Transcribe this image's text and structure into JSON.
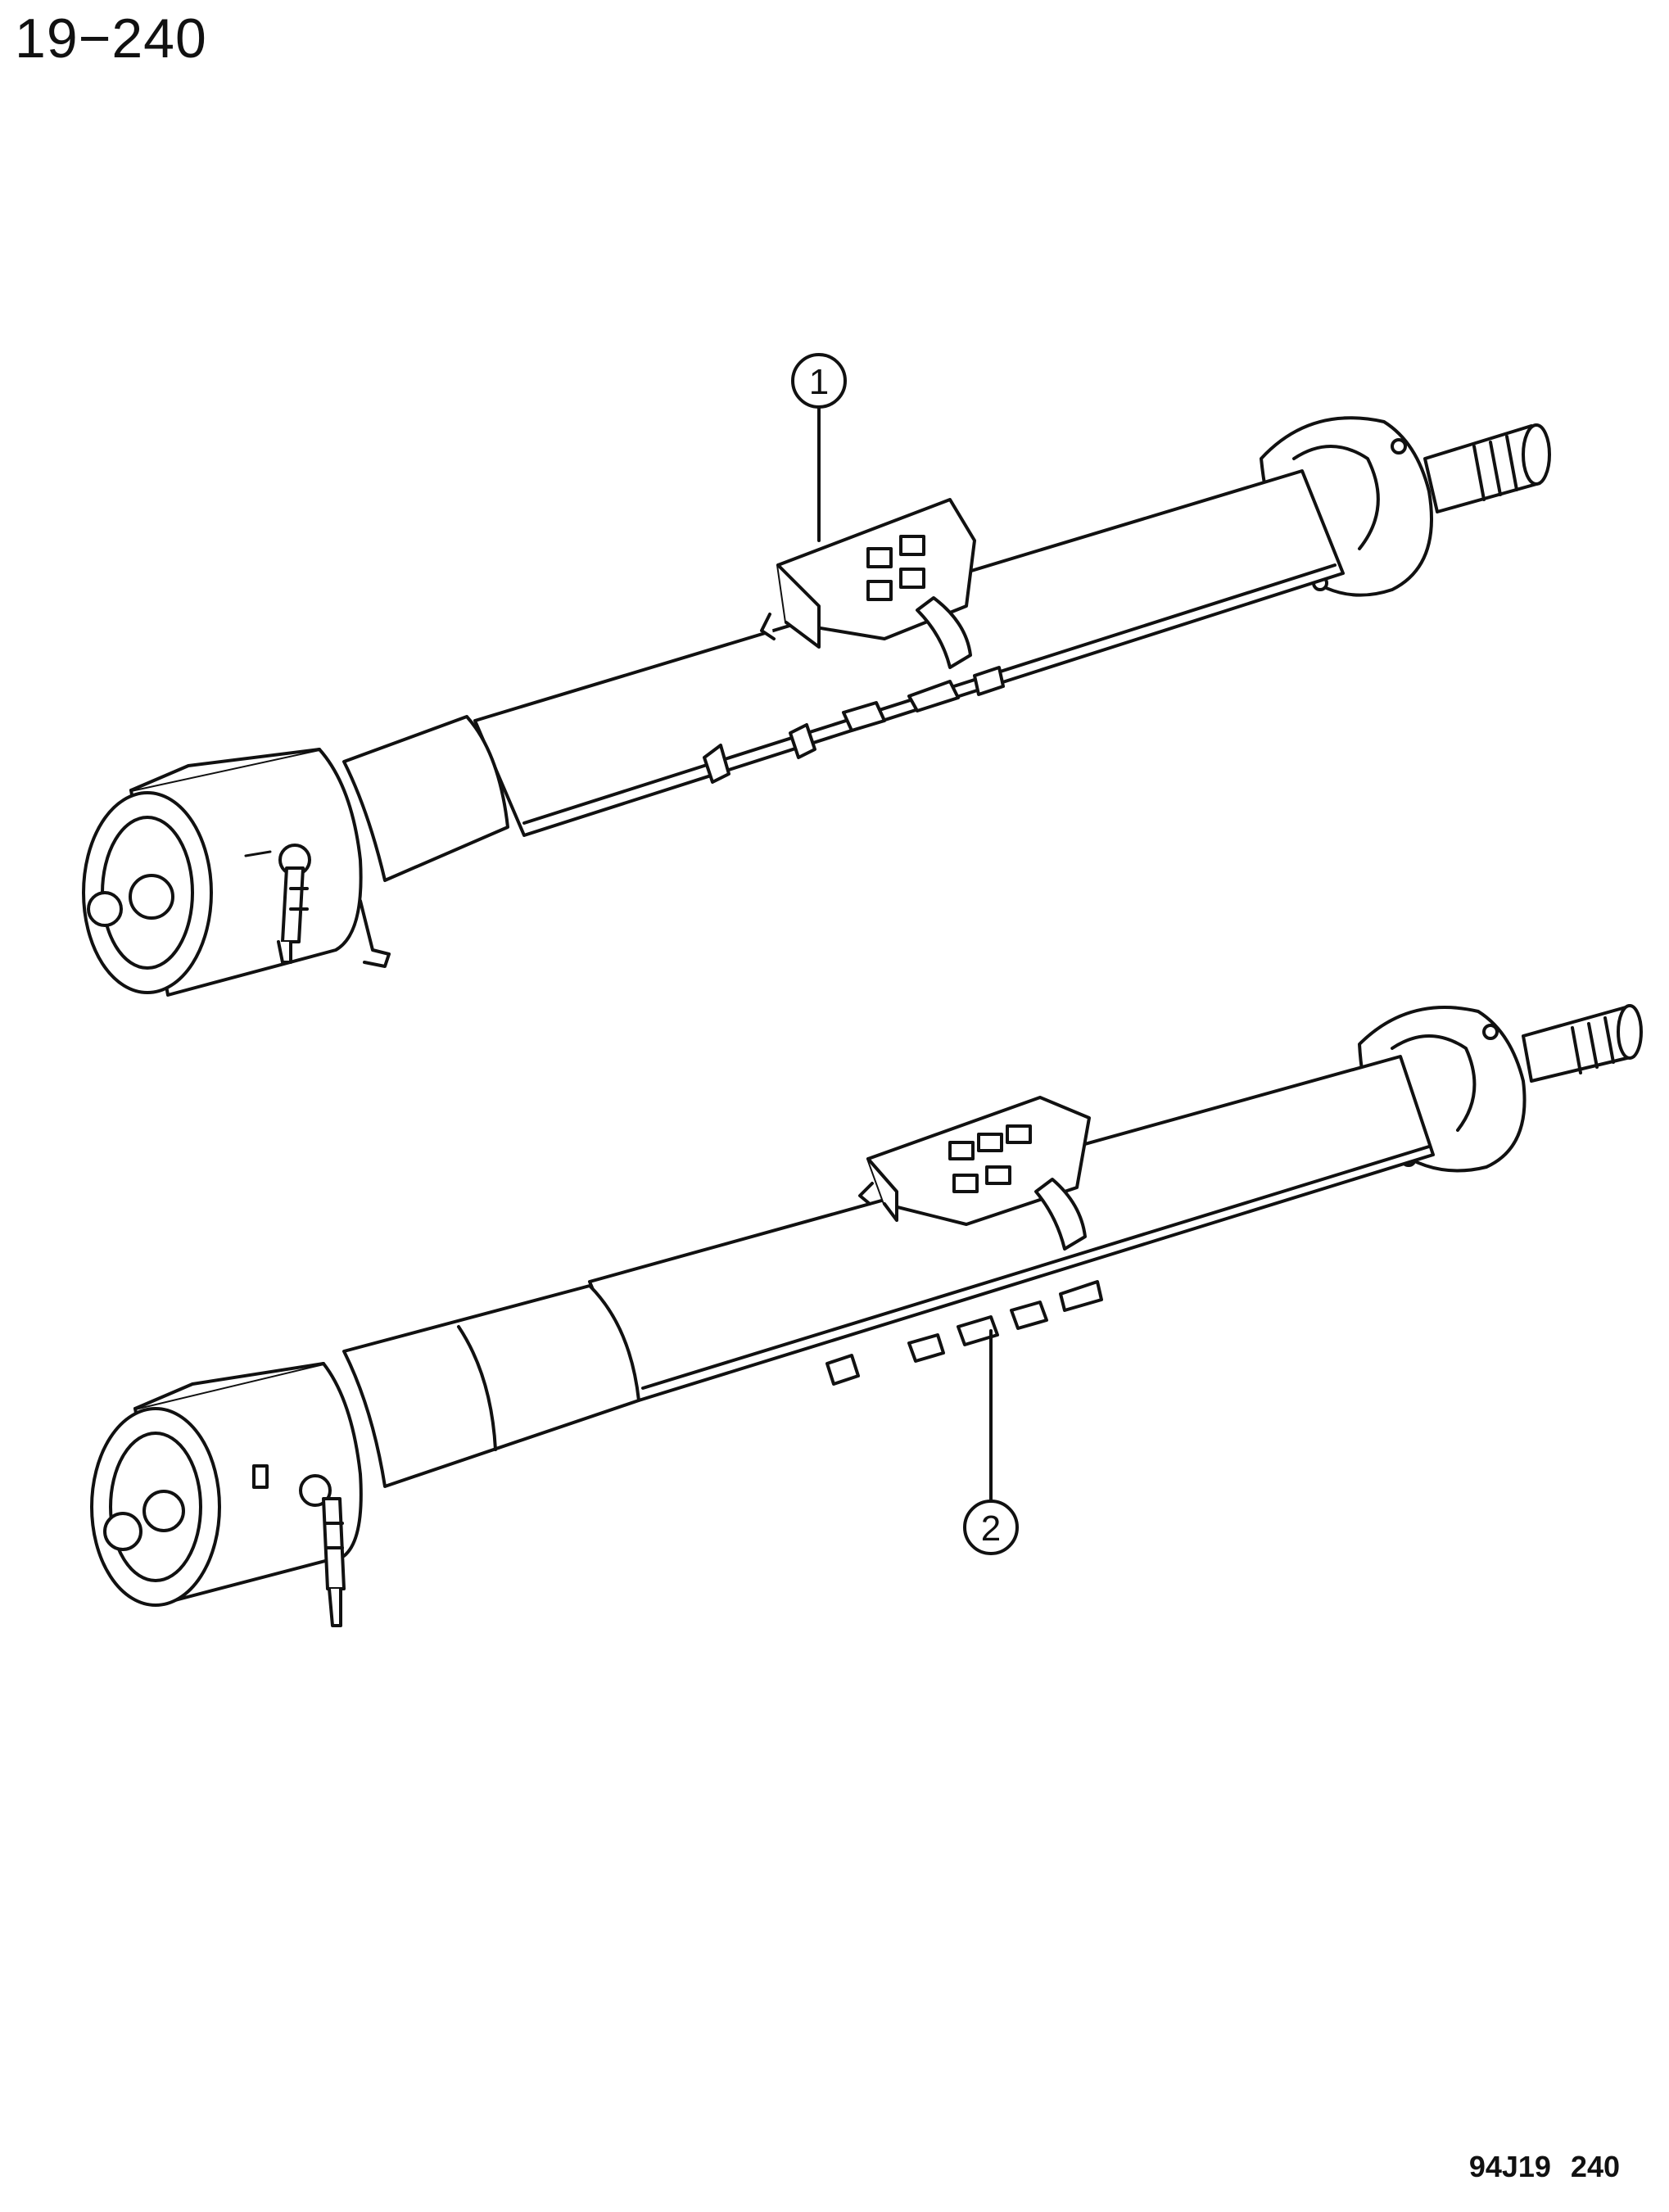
{
  "page_code": "19−240",
  "footer_code": "94J19 240",
  "callouts": [
    {
      "id": "1",
      "label": "1"
    },
    {
      "id": "2",
      "label": "2"
    }
  ]
}
